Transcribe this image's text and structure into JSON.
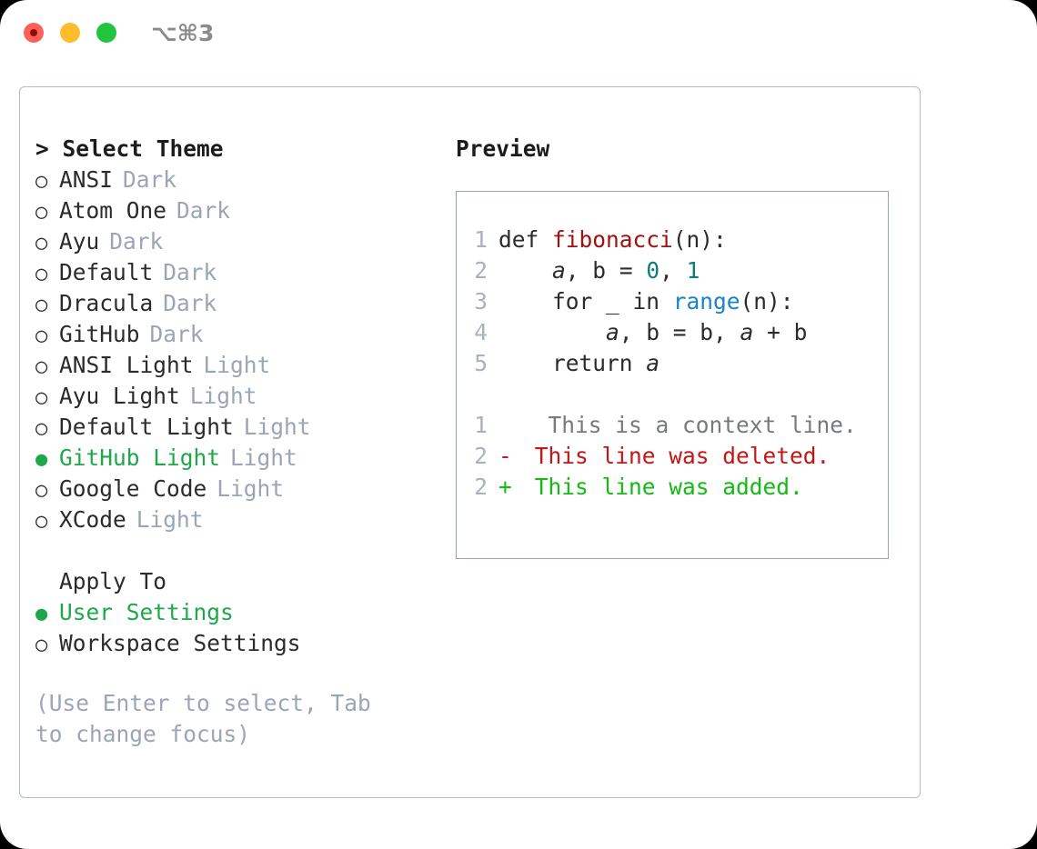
{
  "titlebar": {
    "shortcut": "⌥⌘3",
    "lights": [
      {
        "name": "close",
        "color": "#ff6159"
      },
      {
        "name": "minimize",
        "color": "#ffbd2e"
      },
      {
        "name": "maximize",
        "color": "#23c53f"
      }
    ]
  },
  "theme_list": {
    "prompt": ">",
    "header": "Select Theme",
    "bullet_unselected": "○",
    "bullet_selected": "●",
    "items": [
      {
        "label": "ANSI",
        "tag": "Dark",
        "selected": false
      },
      {
        "label": "Atom One",
        "tag": "Dark",
        "selected": false
      },
      {
        "label": "Ayu",
        "tag": "Dark",
        "selected": false
      },
      {
        "label": "Default",
        "tag": "Dark",
        "selected": false
      },
      {
        "label": "Dracula",
        "tag": "Dark",
        "selected": false
      },
      {
        "label": "GitHub",
        "tag": "Dark",
        "selected": false
      },
      {
        "label": "ANSI Light",
        "tag": "Light",
        "selected": false
      },
      {
        "label": "Ayu Light",
        "tag": "Light",
        "selected": false
      },
      {
        "label": "Default Light",
        "tag": "Light",
        "selected": false
      },
      {
        "label": "GitHub Light",
        "tag": "Light",
        "selected": true
      },
      {
        "label": "Google Code",
        "tag": "Light",
        "selected": false
      },
      {
        "label": "XCode",
        "tag": "Light",
        "selected": false
      }
    ]
  },
  "apply_to": {
    "header": "Apply To",
    "items": [
      {
        "label": "User Settings",
        "selected": true
      },
      {
        "label": "Workspace Settings",
        "selected": false
      }
    ]
  },
  "hint": "(Use Enter to select, Tab to change focus)",
  "preview": {
    "title": "Preview",
    "code_lines": [
      {
        "lineno": "1",
        "marker": " ",
        "tokens": [
          {
            "text": "def ",
            "style": "plain"
          },
          {
            "text": "fibonacci",
            "style": "fn"
          },
          {
            "text": "(n):",
            "style": "plain"
          }
        ]
      },
      {
        "lineno": "2",
        "marker": " ",
        "tokens": [
          {
            "text": "    ",
            "style": "plain"
          },
          {
            "text": "a",
            "style": "ital"
          },
          {
            "text": ", ",
            "style": "plain"
          },
          {
            "text": "b",
            "style": "plain"
          },
          {
            "text": " = ",
            "style": "plain"
          },
          {
            "text": "0",
            "style": "num"
          },
          {
            "text": ", ",
            "style": "plain"
          },
          {
            "text": "1",
            "style": "num"
          }
        ]
      },
      {
        "lineno": "3",
        "marker": " ",
        "tokens": [
          {
            "text": "    for _ in ",
            "style": "plain"
          },
          {
            "text": "range",
            "style": "call"
          },
          {
            "text": "(n):",
            "style": "plain"
          }
        ]
      },
      {
        "lineno": "4",
        "marker": " ",
        "tokens": [
          {
            "text": "        ",
            "style": "plain"
          },
          {
            "text": "a",
            "style": "ital"
          },
          {
            "text": ", b = b, ",
            "style": "plain"
          },
          {
            "text": "a",
            "style": "ital"
          },
          {
            "text": " + b",
            "style": "plain"
          }
        ]
      },
      {
        "lineno": "5",
        "marker": " ",
        "tokens": [
          {
            "text": "    return ",
            "style": "plain"
          },
          {
            "text": "a",
            "style": "ital"
          }
        ]
      }
    ],
    "diff_lines": [
      {
        "lineno": "1",
        "marker": " ",
        "text": "  This is a context line.",
        "kind": "context"
      },
      {
        "lineno": "2",
        "marker": "-",
        "text": " This line was deleted.",
        "kind": "deleted"
      },
      {
        "lineno": "2",
        "marker": "+",
        "text": " This line was added.",
        "kind": "added"
      }
    ]
  },
  "colors": {
    "accent_green": "#1fa84a",
    "muted": "#9aa5b5",
    "border": "#b3bcca",
    "code_border": "#97a3b3",
    "diff_add": "#13bb13",
    "diff_del": "#c31717",
    "fn": "#a01212",
    "num": "#0d7c78",
    "call": "#1884c7"
  }
}
